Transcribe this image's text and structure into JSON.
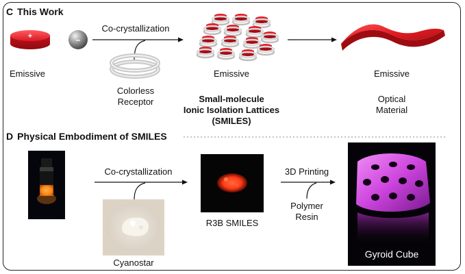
{
  "panel_c": {
    "letter": "C",
    "title": "This Work",
    "label_emissive_left": "Emissive",
    "arrow1_label": "Co-crystallization",
    "receptor_label": [
      "Colorless",
      "Receptor"
    ],
    "label_emissive_middle": "Emissive",
    "smiles_bold": [
      "Small-molecule",
      "Ionic Isolation Lattices",
      "(SMILES)"
    ],
    "label_emissive_right": "Emissive",
    "optical_label": [
      "Optical",
      "Material"
    ]
  },
  "panel_d": {
    "letter": "D",
    "title": "Physical Embodiment of SMILES",
    "arrow1_label": "Co-crystallization",
    "cyanostar_label": "Cyanostar",
    "r3b_label": "R3B SMILES",
    "arrow2_label": "3D Printing",
    "resin_label": [
      "Polymer",
      "Resin"
    ],
    "gyroid_label": "Gyroid Cube"
  },
  "colors": {
    "emissive_red": "#e0202a",
    "vial_orange": "#ff8a1a",
    "powder_red": "#ff3b1a",
    "gyroid_magenta": "#cc44dd"
  }
}
